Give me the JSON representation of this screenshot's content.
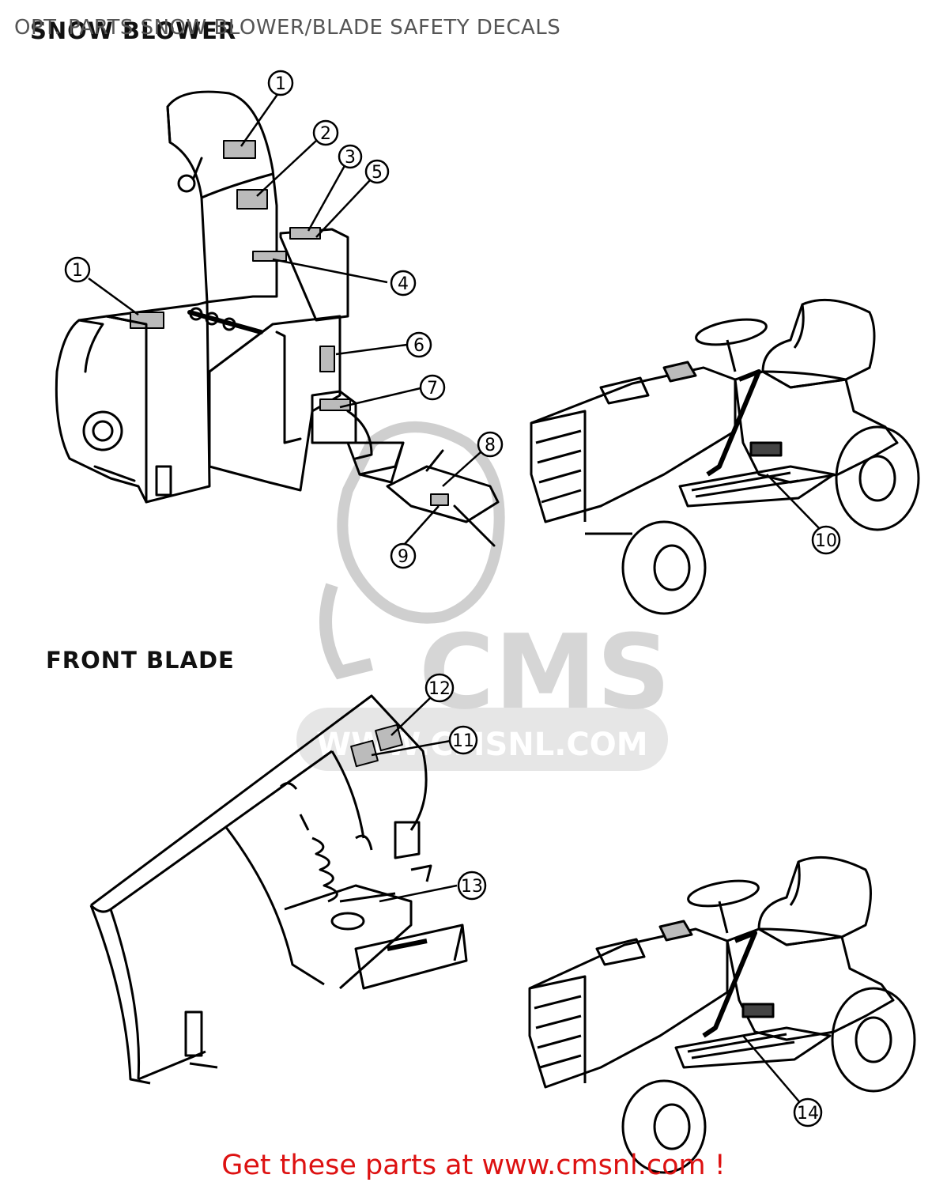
{
  "header": {
    "title": "OPT. PARTS SNOW BLOWER/BLADE SAFETY DECALS"
  },
  "sections": {
    "snow_blower": "SNOW BLOWER",
    "front_blade": "FRONT BLADE"
  },
  "watermark": {
    "logo": "CMS",
    "site": "WWW.CMSNL.COM"
  },
  "callouts": [
    "1",
    "2",
    "3",
    "5",
    "1",
    "4",
    "6",
    "7",
    "8",
    "9",
    "10",
    "12",
    "11",
    "13",
    "14"
  ],
  "footer": {
    "text": "Get these parts at www.cmsnl.com !"
  },
  "colors": {
    "line": "#000000",
    "footer_text": "#dd1111",
    "watermark": "#d9d9d9"
  }
}
